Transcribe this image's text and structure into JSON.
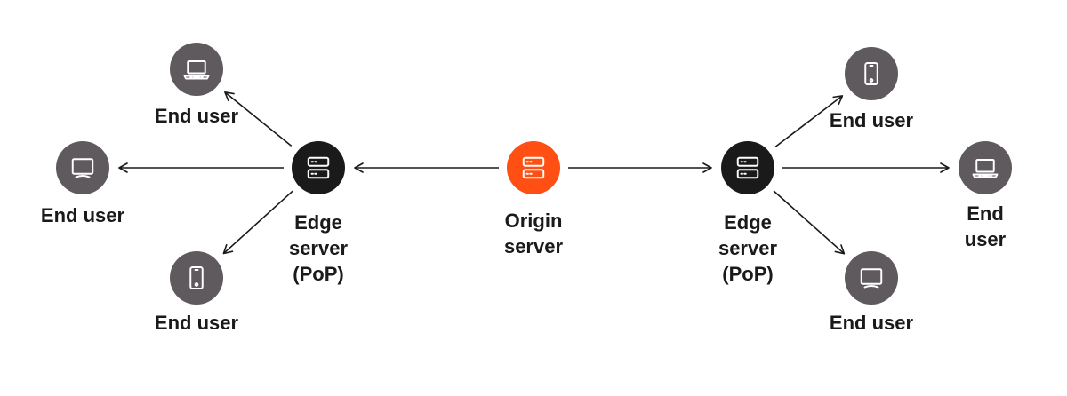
{
  "colors": {
    "origin": "#ff4f12",
    "edge": "#1a1a1a",
    "end_user": "#5f5a5e",
    "icon_stroke": "#ffffff",
    "line": "#1a1a1a"
  },
  "nodes": {
    "origin": {
      "label": "Origin\nserver",
      "kind": "origin",
      "icon": "server-icon"
    },
    "edge_left": {
      "label": "Edge\nserver\n(PoP)",
      "kind": "edge",
      "icon": "server-icon"
    },
    "edge_right": {
      "label": "Edge\nserver\n(PoP)",
      "kind": "edge",
      "icon": "server-icon"
    },
    "user_l_top": {
      "label": "End user",
      "kind": "end_user",
      "icon": "laptop-icon"
    },
    "user_l_mid": {
      "label": "End user",
      "kind": "end_user",
      "icon": "monitor-icon"
    },
    "user_l_bot": {
      "label": "End user",
      "kind": "end_user",
      "icon": "phone-icon"
    },
    "user_r_top": {
      "label": "End user",
      "kind": "end_user",
      "icon": "phone-icon"
    },
    "user_r_mid": {
      "label": "End user",
      "kind": "end_user",
      "icon": "laptop-icon"
    },
    "user_r_bot": {
      "label": "End user",
      "kind": "end_user",
      "icon": "monitor-icon"
    }
  },
  "edges": [
    {
      "from": "origin",
      "to": "edge_left"
    },
    {
      "from": "origin",
      "to": "edge_right"
    },
    {
      "from": "edge_left",
      "to": "user_l_top"
    },
    {
      "from": "edge_left",
      "to": "user_l_mid"
    },
    {
      "from": "edge_left",
      "to": "user_l_bot"
    },
    {
      "from": "edge_right",
      "to": "user_r_top"
    },
    {
      "from": "edge_right",
      "to": "user_r_mid"
    },
    {
      "from": "edge_right",
      "to": "user_r_bot"
    }
  ]
}
